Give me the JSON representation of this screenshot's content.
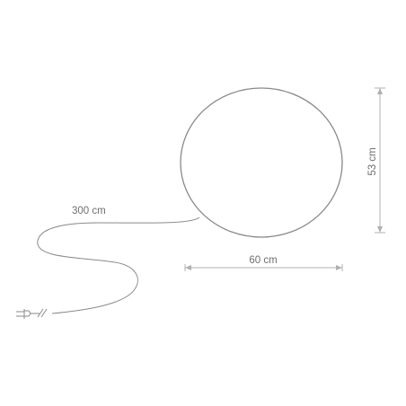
{
  "dimensions": {
    "cable_length": "300 cm",
    "width": "60 cm",
    "height": "53 cm"
  },
  "colors": {
    "line": "#8a8a8a",
    "arrow": "#b0b0b0",
    "text": "#6f6f6f",
    "background": "#ffffff"
  },
  "icons": {
    "plug": "plug-icon"
  }
}
